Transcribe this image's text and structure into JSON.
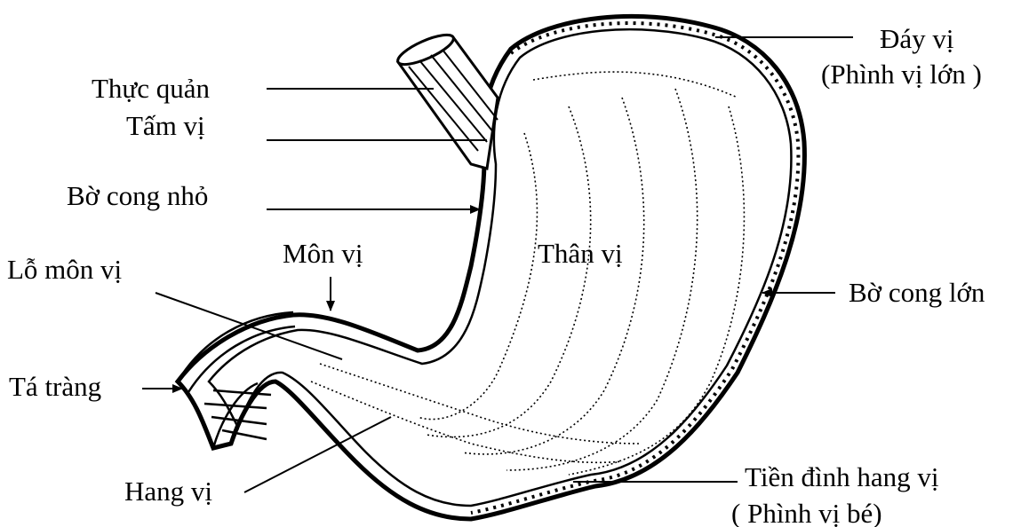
{
  "labels": {
    "day_vi": "Đáy vị",
    "phinh_vi_lon": "(Phình vị lớn )",
    "thuc_quan": "Thực quản",
    "tam_vi": "Tấm vị",
    "bo_cong_nho": "Bờ cong nhỏ",
    "mon_vi": "Môn vị",
    "lo_mon_vi": "Lỗ môn vị",
    "than_vi": "Thân vị",
    "bo_cong_lon": "Bờ cong lớn",
    "ta_trang": "Tá tràng",
    "hang_vi": "Hang vị",
    "tien_dinh_hang_vi": "Tiền đình hang vị",
    "phinh_vi_be": "( Phình vị bé)"
  },
  "colors": {
    "ink": "#000000",
    "paper": "#ffffff"
  }
}
